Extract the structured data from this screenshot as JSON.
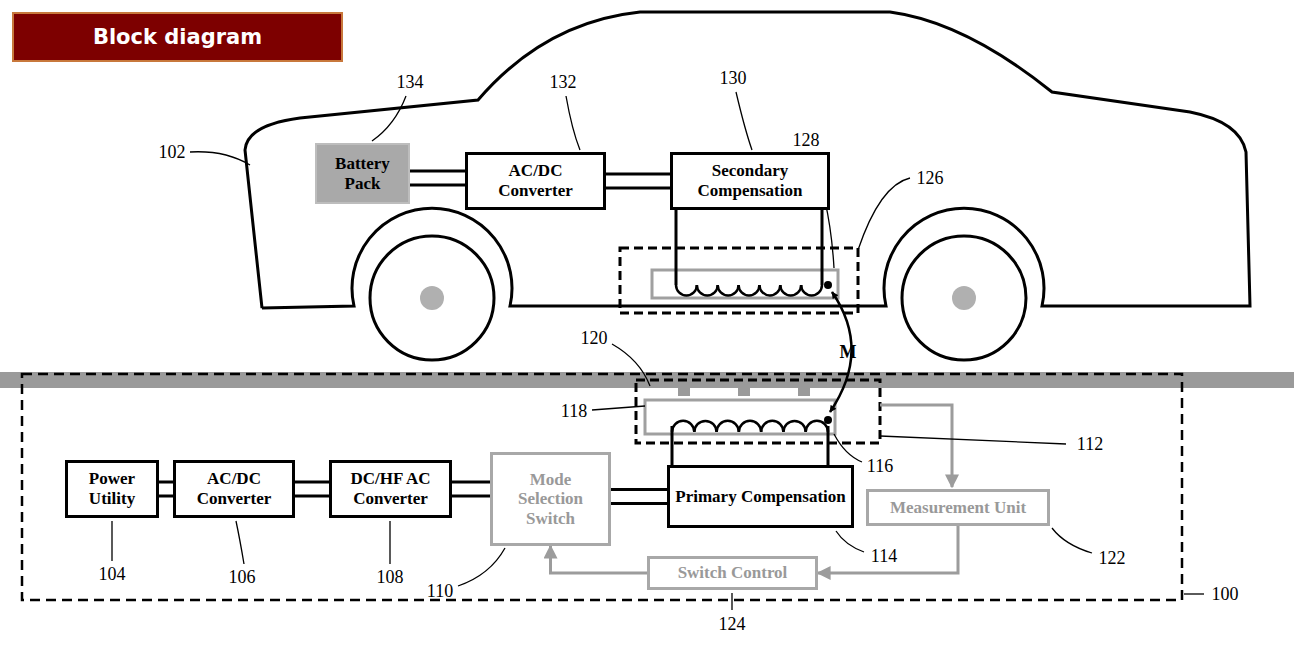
{
  "diagram": {
    "title": "Block diagram",
    "nodes": [
      {
        "text": [
          "Battery Pack"
        ]
      },
      {
        "text": [
          "AC/DC Converter"
        ]
      },
      {
        "text": [
          "Secondary Compensation"
        ]
      },
      {
        "text": [
          "Power Utility"
        ]
      },
      {
        "text": [
          "AC/DC Converter"
        ]
      },
      {
        "text": [
          "DC/HF AC Converter"
        ]
      },
      {
        "text": [
          "Mode Selection Switch"
        ]
      },
      {
        "text": [
          "Primary Compensation"
        ]
      },
      {
        "text": [
          "Measurement Unit"
        ]
      },
      {
        "text": [
          "Switch Control"
        ]
      }
    ],
    "edges": [
      {
        "from": 0,
        "to": 1,
        "arrow": "none"
      },
      {
        "from": 1,
        "to": 2,
        "arrow": "none"
      },
      {
        "from": 3,
        "to": 4,
        "arrow": "none"
      },
      {
        "from": 4,
        "to": 5,
        "arrow": "none"
      },
      {
        "from": 5,
        "to": 6,
        "arrow": "none"
      },
      {
        "from": 6,
        "to": 7,
        "arrow": "none"
      },
      {
        "from": 8,
        "to": 9,
        "arrow": "to"
      },
      {
        "from": 9,
        "to": 6,
        "arrow": "to"
      }
    ],
    "labels": [
      "134",
      "132",
      "130",
      "128",
      "126",
      "102",
      "120",
      "118",
      "112",
      "116",
      "M",
      "104",
      "106",
      "108",
      "110",
      "114",
      "122",
      "124",
      "100"
    ]
  }
}
